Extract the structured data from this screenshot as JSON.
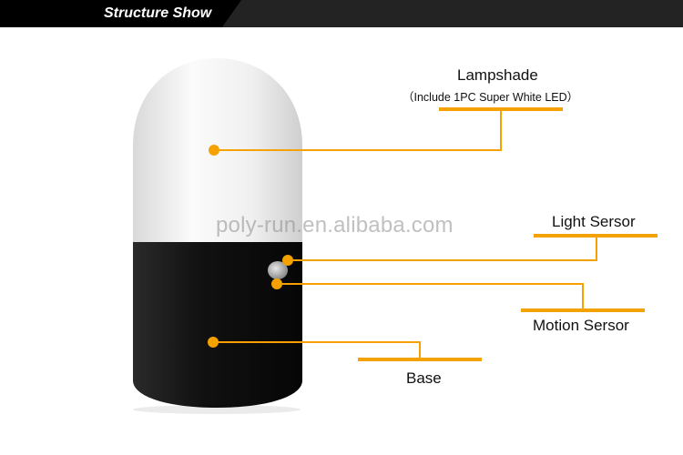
{
  "header": {
    "title": "Structure Show"
  },
  "watermark": "poly-run.en.alibaba.com",
  "callouts": {
    "lampshade": {
      "label": "Lampshade",
      "note": "（Include 1PC Super White LED）"
    },
    "light_sensor": {
      "label": "Light Sersor"
    },
    "motion_sensor": {
      "label": "Motion Sersor"
    },
    "base": {
      "label": "Base"
    }
  },
  "colors": {
    "accent": "#f5a100",
    "header_bg": "#232323",
    "header_tab": "#000000",
    "lamp_base": "#151515",
    "lamp_shade": "#f2f2f2"
  }
}
